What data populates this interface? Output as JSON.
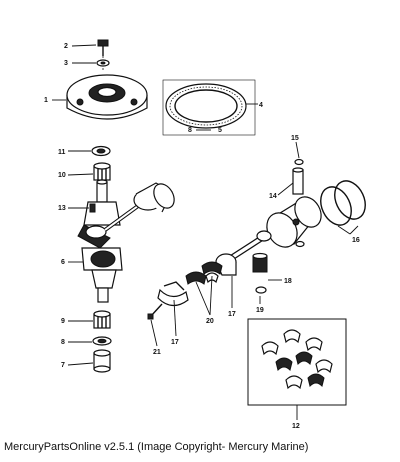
{
  "diagram": {
    "callouts": [
      "1",
      "2",
      "3",
      "4",
      "5",
      "6",
      "7",
      "8",
      "9",
      "10",
      "11",
      "12",
      "13",
      "14",
      "15",
      "16",
      "17",
      "17",
      "18",
      "19",
      "20",
      "21"
    ]
  },
  "footer": {
    "caption": "MercuryPartsOnline v2.5.1 (Image Copyright- Mercury Marine)"
  }
}
